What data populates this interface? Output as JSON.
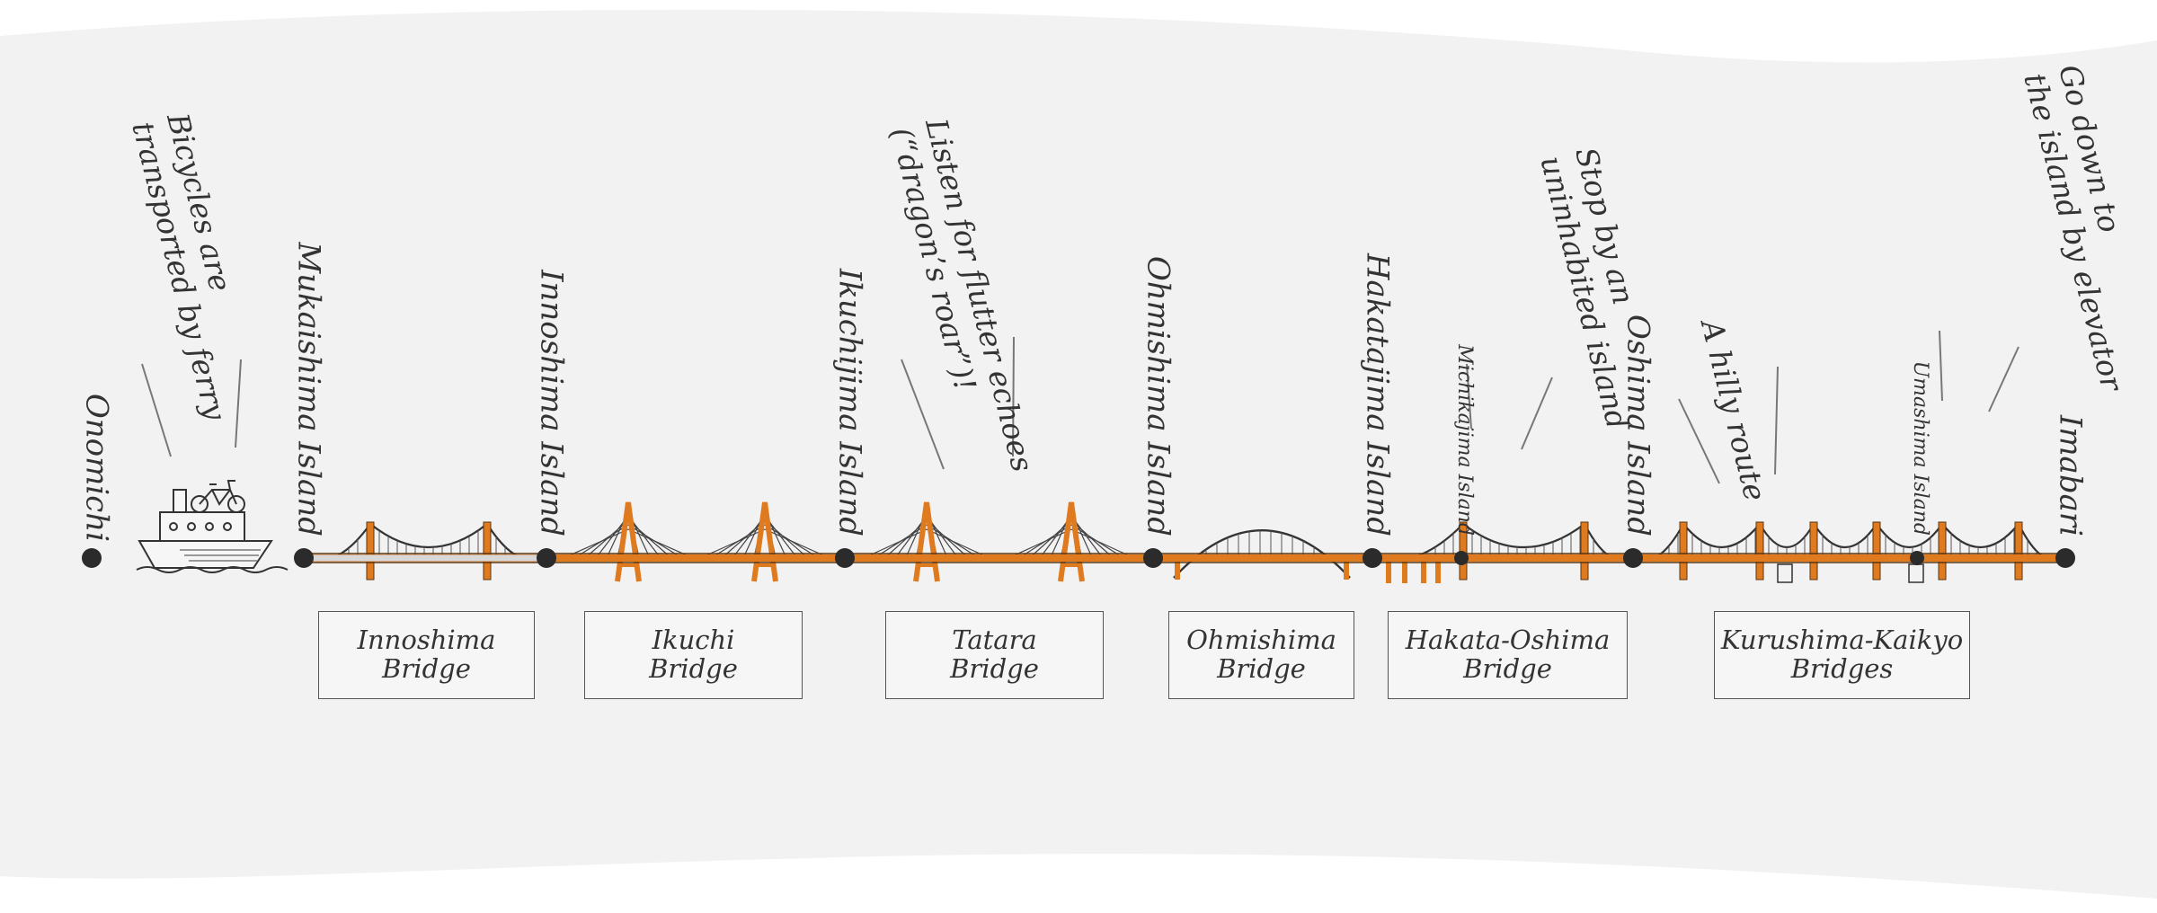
{
  "stations": {
    "onomichi": "Onomichi",
    "mukaishima": "Mukaishima Island",
    "innoshima": "Innoshima Island",
    "ikuchijima": "Ikuchijima Island",
    "ohmishima": "Ohmishima Island",
    "hakatajima": "Hakatajima Island",
    "michikajima": "Michikajima Island",
    "oshima": "Oshima Island",
    "umashima": "Umashima Island",
    "imabari": "Imabari"
  },
  "notes": {
    "ferry": "Bicycles are\ntransported by ferry",
    "dragon": "Listen for flutter echoes\n(“dragon’s roar”)!",
    "uninhabited": "Stop by an\nuninhabited island",
    "hilly": "A hilly route",
    "elevator": "Go down to\nthe island by elevator"
  },
  "bridges": {
    "innoshima": "Innoshima\nBridge",
    "ikuchi": "Ikuchi\nBridge",
    "tatara": "Tatara\nBridge",
    "ohmishima": "Ohmishima\nBridge",
    "hakata_oshima": "Hakata-Oshima\nBridge",
    "kurushima": "Kurushima-Kaikyo\nBridges"
  },
  "colors": {
    "background_band": "#f3f2f3",
    "road": "#e07a1f",
    "road_outline": "#5a3410",
    "ink": "#333333",
    "node": "#2b2b2b"
  }
}
